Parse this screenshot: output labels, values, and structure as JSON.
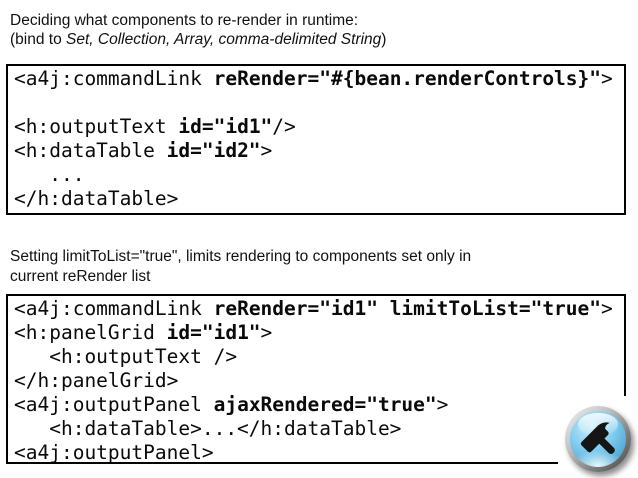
{
  "page": {
    "background_color": "#ffffff",
    "text_color": "#000000",
    "code_border_color": "#000000"
  },
  "heading": {
    "lines": [
      [
        {
          "text": "Deciding what components to re-render in runtime:",
          "style": "regular"
        }
      ],
      [
        {
          "text": "(bind to ",
          "style": "regular"
        },
        {
          "text": "Set, Collection, Array, comma-delimited String",
          "style": "italic"
        },
        {
          "text": ")",
          "style": "regular"
        }
      ]
    ]
  },
  "code_block_1": {
    "lines": [
      [
        {
          "text": "<a4j:commandLink ",
          "style": "regular"
        },
        {
          "text": "reRender=\"#{bean.renderControls}\"",
          "style": "bold"
        },
        {
          "text": ">",
          "style": "regular"
        }
      ],
      [],
      [
        {
          "text": "<h:outputText ",
          "style": "regular"
        },
        {
          "text": "id=\"id1\"",
          "style": "bold"
        },
        {
          "text": "/>",
          "style": "regular"
        }
      ],
      [
        {
          "text": "<h:dataTable ",
          "style": "regular"
        },
        {
          "text": "id=\"id2\"",
          "style": "bold"
        },
        {
          "text": ">",
          "style": "regular"
        }
      ],
      [
        {
          "text": "   ...",
          "style": "regular"
        }
      ],
      [
        {
          "text": "</h:dataTable>",
          "style": "regular"
        }
      ]
    ]
  },
  "note": {
    "lines": [
      "Setting limitToList=\"true\", limits rendering to components set only in",
      "current reRender list"
    ]
  },
  "code_block_2": {
    "lines": [
      [
        {
          "text": "<a4j:commandLink ",
          "style": "regular"
        },
        {
          "text": "reRender=\"id1\" limitToList=\"true\"",
          "style": "bold"
        },
        {
          "text": ">",
          "style": "regular"
        }
      ],
      [
        {
          "text": "<h:panelGrid ",
          "style": "regular"
        },
        {
          "text": "id=\"id1\"",
          "style": "bold"
        },
        {
          "text": ">",
          "style": "regular"
        }
      ],
      [
        {
          "text": "   <h:outputText />",
          "style": "regular"
        }
      ],
      [
        {
          "text": "</h:panelGrid>",
          "style": "regular"
        }
      ],
      [
        {
          "text": "<a4j:outputPanel ",
          "style": "regular"
        },
        {
          "text": "ajaxRendered=\"true\"",
          "style": "bold"
        },
        {
          "text": ">",
          "style": "regular"
        }
      ],
      [
        {
          "text": "   <h:dataTable>...</h:dataTable>",
          "style": "regular"
        }
      ],
      [
        {
          "text": "<a4j:outputPanel>",
          "style": "regular"
        }
      ]
    ]
  },
  "hammer_badge": {
    "icon": "hammer-icon",
    "ring_color_light": "#f4f4f4",
    "ring_color_dark": "#454545",
    "orb_color_top": "#c9ecfa",
    "orb_color_mid": "#7fcbee",
    "orb_color_deep": "#2f8fc2",
    "orb_glow_bottom": "#ecfcff",
    "hammer_color": "#151515"
  }
}
